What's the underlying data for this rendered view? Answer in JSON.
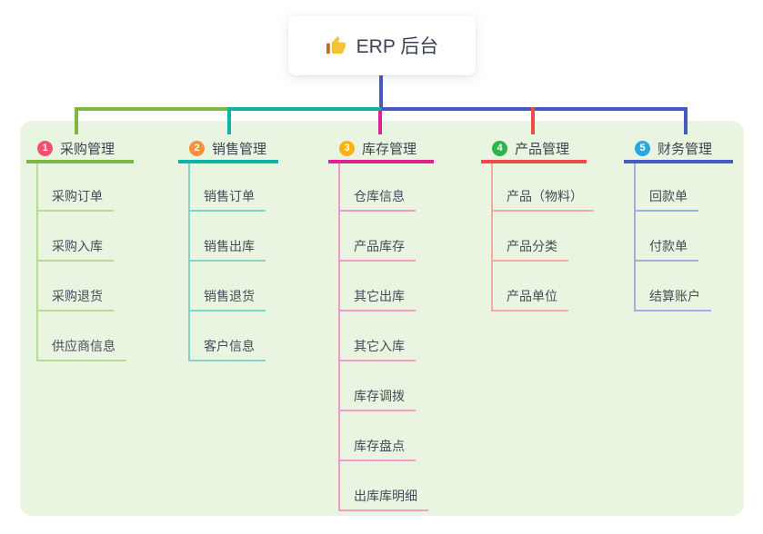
{
  "root": {
    "icon": "thumbs-up-icon",
    "title": "ERP 后台"
  },
  "colors": {
    "panel_bg": "#e9f5e0",
    "connector_blue": "#4659c1",
    "card_bg": "#ffffff",
    "thumb_yellow": "#f7c232",
    "thumb_sleeve_brown": "#b5702d"
  },
  "branches": [
    {
      "num": "1",
      "label": "采购管理",
      "badge_color": "#f4506b",
      "line_color": "#7cb840",
      "light_color": "#b7db90",
      "children": [
        "采购订单",
        "采购入库",
        "采购退货",
        "供应商信息"
      ]
    },
    {
      "num": "2",
      "label": "销售管理",
      "badge_color": "#f6913d",
      "line_color": "#10b3a6",
      "light_color": "#7fd5cb",
      "children": [
        "销售订单",
        "销售出库",
        "销售退货",
        "客户信息"
      ]
    },
    {
      "num": "3",
      "label": "库存管理",
      "badge_color": "#fbb216",
      "line_color": "#e02290",
      "light_color": "#f19bc8",
      "children": [
        "仓库信息",
        "产品库存",
        "其它出库",
        "其它入库",
        "库存调拨",
        "库存盘点",
        "出库库明细"
      ]
    },
    {
      "num": "4",
      "label": "产品管理",
      "badge_color": "#2fb44b",
      "line_color": "#f0494a",
      "light_color": "#f8a9a4",
      "children": [
        "产品（物料）",
        "产品分类",
        "产品单位"
      ]
    },
    {
      "num": "5",
      "label": "财务管理",
      "badge_color": "#29a7e0",
      "line_color": "#4659c1",
      "light_color": "#9fb1e0",
      "children": [
        "回款单",
        "付款单",
        "结算账户"
      ]
    }
  ]
}
